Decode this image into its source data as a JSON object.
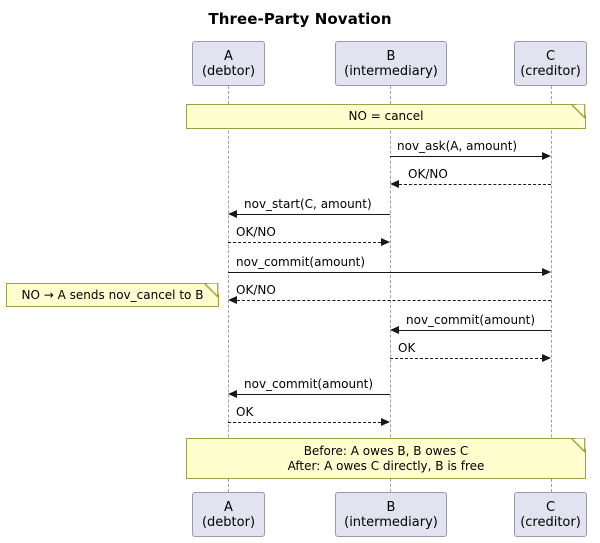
{
  "diagram": {
    "type": "uml-sequence-diagram",
    "title": "Three-Party Novation",
    "background": "#FFFFFF",
    "colors": {
      "participant_fill": "#E2E2F0",
      "participant_border": "#9A9AAE",
      "note_fill": "#FEFECE",
      "note_border": "#A0A040",
      "line": "#181818",
      "lifeline": "#A0A0A0"
    }
  },
  "participants": [
    {
      "id": "A",
      "name": "A",
      "role": "(debtor)"
    },
    {
      "id": "B",
      "name": "B",
      "role": "(intermediary)"
    },
    {
      "id": "C",
      "name": "C",
      "role": "(creditor)"
    }
  ],
  "notes": [
    {
      "id": "note-top",
      "text": "NO = cancel",
      "position": "over-all",
      "lines": [
        "NO = cancel"
      ]
    },
    {
      "id": "note-left",
      "text": "NO → A sends nov_cancel to B",
      "position": "left-of-A",
      "lines": [
        "NO → A sends nov_cancel to B"
      ]
    },
    {
      "id": "note-bottom",
      "text": "Before: A owes B, B owes C / After: A owes C directly, B is free",
      "position": "over-all",
      "lines": [
        "Before: A owes B, B owes C",
        "After: A owes C directly, B is free"
      ]
    }
  ],
  "messages": [
    {
      "seq": 1,
      "from": "B",
      "to": "C",
      "label": "nov_ask(A, amount)",
      "style": "solid",
      "direction": "right"
    },
    {
      "seq": 2,
      "from": "C",
      "to": "B",
      "label": "OK/NO",
      "style": "dotted",
      "direction": "left"
    },
    {
      "seq": 3,
      "from": "B",
      "to": "A",
      "label": "nov_start(C, amount)",
      "style": "solid",
      "direction": "left"
    },
    {
      "seq": 4,
      "from": "A",
      "to": "B",
      "label": "OK/NO",
      "style": "dotted",
      "direction": "right"
    },
    {
      "seq": 5,
      "from": "A",
      "to": "C",
      "label": "nov_commit(amount)",
      "style": "solid",
      "direction": "right"
    },
    {
      "seq": 6,
      "from": "C",
      "to": "A",
      "label": "OK/NO",
      "style": "dotted",
      "direction": "left"
    },
    {
      "seq": 7,
      "from": "C",
      "to": "B",
      "label": "nov_commit(amount)",
      "style": "solid",
      "direction": "left"
    },
    {
      "seq": 8,
      "from": "B",
      "to": "C",
      "label": "OK",
      "style": "dotted",
      "direction": "right"
    },
    {
      "seq": 9,
      "from": "B",
      "to": "A",
      "label": "nov_commit(amount)",
      "style": "solid",
      "direction": "left"
    },
    {
      "seq": 10,
      "from": "A",
      "to": "B",
      "label": "OK",
      "style": "dotted",
      "direction": "right"
    }
  ]
}
